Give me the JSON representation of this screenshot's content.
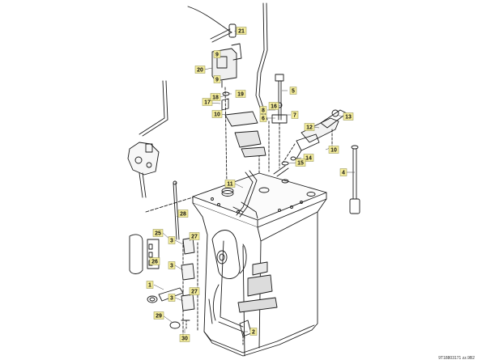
{
  "drawing_ref": "9T18803171 zz.9B2",
  "callouts": [
    {
      "n": "1"
    },
    {
      "n": "2"
    },
    {
      "n": "3"
    },
    {
      "n": "3"
    },
    {
      "n": "3"
    },
    {
      "n": "4"
    },
    {
      "n": "5"
    },
    {
      "n": "6"
    },
    {
      "n": "7"
    },
    {
      "n": "8"
    },
    {
      "n": "9"
    },
    {
      "n": "9"
    },
    {
      "n": "10"
    },
    {
      "n": "10"
    },
    {
      "n": "11"
    },
    {
      "n": "12"
    },
    {
      "n": "13"
    },
    {
      "n": "14"
    },
    {
      "n": "15"
    },
    {
      "n": "16"
    },
    {
      "n": "17"
    },
    {
      "n": "18"
    },
    {
      "n": "19"
    },
    {
      "n": "20"
    },
    {
      "n": "21"
    },
    {
      "n": "25"
    },
    {
      "n": "26"
    },
    {
      "n": "27"
    },
    {
      "n": "27"
    },
    {
      "n": "28"
    },
    {
      "n": "29"
    },
    {
      "n": "30"
    }
  ]
}
